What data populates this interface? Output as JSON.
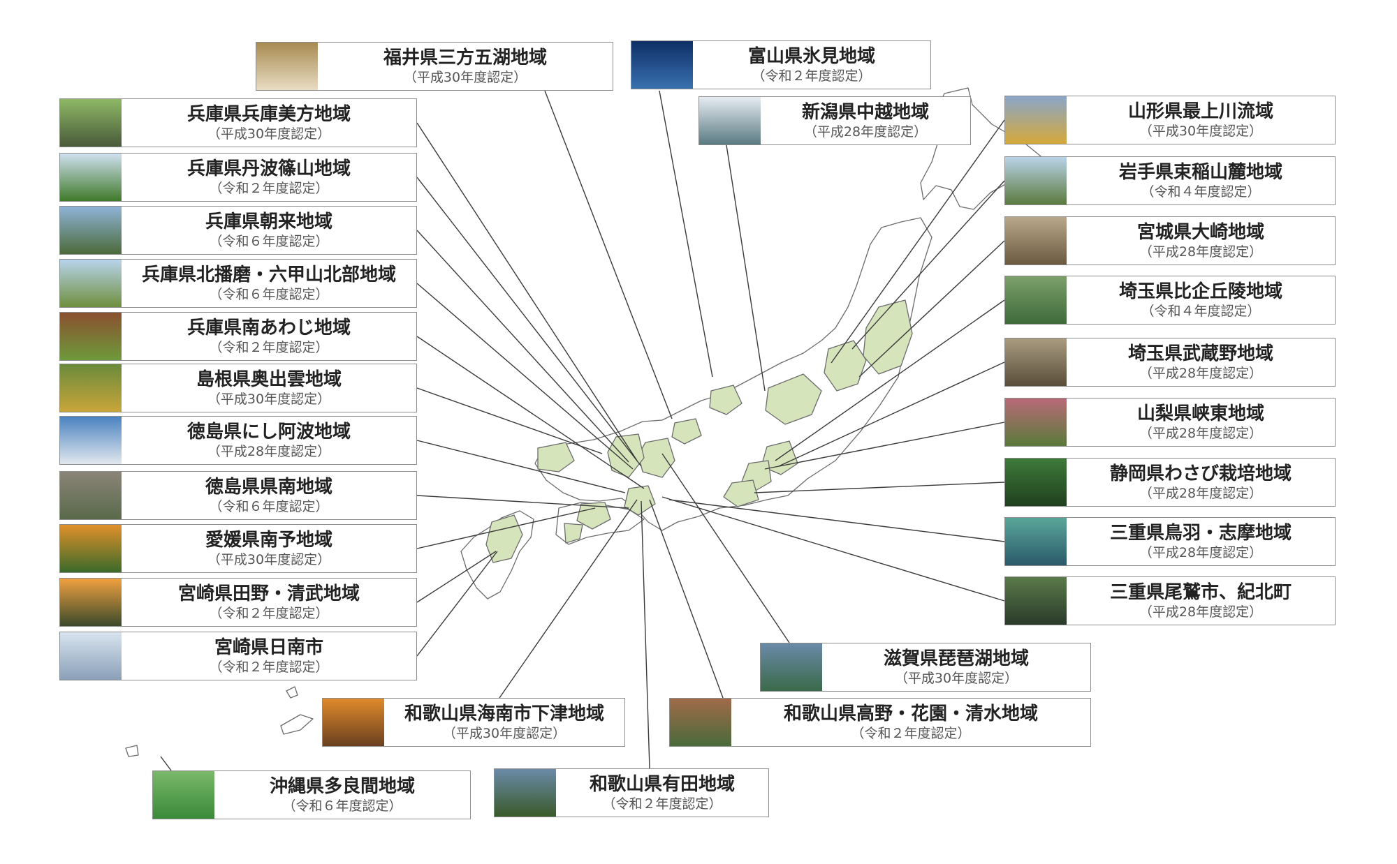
{
  "map": {
    "fill_color": "#d6e4bc",
    "border_color": "#6b6b6b",
    "leader_color": "#3a3a3a"
  },
  "regions": [
    {
      "id": "fukui-mikata",
      "name": "福井県三方五湖地域",
      "cert": "（平成30年度認定）",
      "photo": [
        "#a88b52",
        "#e8dcc2"
      ]
    },
    {
      "id": "toyama-himi",
      "name": "富山県氷見地域",
      "cert": "（令和２年度認定）",
      "photo": [
        "#0d2f66",
        "#3a70b0"
      ]
    },
    {
      "id": "hyogo-mikata",
      "name": "兵庫県兵庫美方地域",
      "cert": "（平成30年度認定）",
      "photo": [
        "#8eb865",
        "#4a5a3a"
      ]
    },
    {
      "id": "niigata-chuetsu",
      "name": "新潟県中越地域",
      "cert": "（平成28年度認定）",
      "photo": [
        "#e6ecf2",
        "#5a7a82"
      ]
    },
    {
      "id": "yamagata-mogami",
      "name": "山形県最上川流域",
      "cert": "（平成30年度認定）",
      "photo": [
        "#8aa6c8",
        "#d5a83a"
      ]
    },
    {
      "id": "hyogo-tamba",
      "name": "兵庫県丹波篠山地域",
      "cert": "（令和２年度認定）",
      "photo": [
        "#cfe0ef",
        "#3f7a2a"
      ]
    },
    {
      "id": "iwate-tabashine",
      "name": "岩手県束稲山麓地域",
      "cert": "（令和４年度認定）",
      "photo": [
        "#b9d3e8",
        "#5b7a3e"
      ]
    },
    {
      "id": "hyogo-asago",
      "name": "兵庫県朝来地域",
      "cert": "（令和６年度認定）",
      "photo": [
        "#8eb3d6",
        "#4c6a3a"
      ]
    },
    {
      "id": "miyagi-osaki",
      "name": "宮城県大崎地域",
      "cert": "（平成28年度認定）",
      "photo": [
        "#b8a78a",
        "#6b5a40"
      ]
    },
    {
      "id": "hyogo-kitaharima",
      "name": "兵庫県北播磨・六甲山北部地域",
      "cert": "（令和６年度認定）",
      "photo": [
        "#b8d4ec",
        "#6f8f3e"
      ]
    },
    {
      "id": "saitama-hiki",
      "name": "埼玉県比企丘陵地域",
      "cert": "（令和４年度認定）",
      "photo": [
        "#7ca06a",
        "#3e6a3a"
      ]
    },
    {
      "id": "hyogo-minamiawaji",
      "name": "兵庫県南あわじ地域",
      "cert": "（令和２年度認定）",
      "photo": [
        "#8a5030",
        "#6e9a3a"
      ]
    },
    {
      "id": "saitama-musashino",
      "name": "埼玉県武蔵野地域",
      "cert": "（平成28年度認定）",
      "photo": [
        "#a89b80",
        "#5a4e3a"
      ]
    },
    {
      "id": "shimane-okuizumo",
      "name": "島根県奥出雲地域",
      "cert": "（平成30年度認定）",
      "photo": [
        "#6a8a3a",
        "#c9a53a"
      ]
    },
    {
      "id": "yamanashi-kyoto",
      "name": "山梨県峡東地域",
      "cert": "（平成28年度認定）",
      "photo": [
        "#b86a78",
        "#5a7a3a"
      ]
    },
    {
      "id": "tokushima-nishiawa",
      "name": "徳島県にし阿波地域",
      "cert": "（平成28年度認定）",
      "photo": [
        "#4a82c0",
        "#e2e8ee"
      ]
    },
    {
      "id": "shizuoka-wasabi",
      "name": "静岡県わさび栽培地域",
      "cert": "（平成28年度認定）",
      "photo": [
        "#3e7a3a",
        "#20401e"
      ]
    },
    {
      "id": "tokushima-kennan",
      "name": "徳島県県南地域",
      "cert": "（令和６年度認定）",
      "photo": [
        "#8a8478",
        "#5a6a4a"
      ]
    },
    {
      "id": "mie-toba",
      "name": "三重県鳥羽・志摩地域",
      "cert": "（平成28年度認定）",
      "photo": [
        "#5aa69a",
        "#2a5a6a"
      ]
    },
    {
      "id": "ehime-nanyo",
      "name": "愛媛県南予地域",
      "cert": "（平成30年度認定）",
      "photo": [
        "#e0902a",
        "#3a6a2a"
      ]
    },
    {
      "id": "mie-owase",
      "name": "三重県尾鷲市、紀北町",
      "cert": "（平成28年度認定）",
      "photo": [
        "#5a7a4a",
        "#2a3a2a"
      ]
    },
    {
      "id": "miyazaki-tano",
      "name": "宮崎県田野・清武地域",
      "cert": "（令和２年度認定）",
      "photo": [
        "#f0a040",
        "#3a4a2a"
      ]
    },
    {
      "id": "miyazaki-nichinan",
      "name": "宮崎県日南市",
      "cert": "（令和２年度認定）",
      "photo": [
        "#d8e4ef",
        "#8aa0b8"
      ]
    },
    {
      "id": "shiga-biwako",
      "name": "滋賀県琵琶湖地域",
      "cert": "（平成30年度認定）",
      "photo": [
        "#6a8aa8",
        "#3a6a4a"
      ]
    },
    {
      "id": "wakayama-shimotsu",
      "name": "和歌山県海南市下津地域",
      "cert": "（平成30年度認定）",
      "photo": [
        "#e08a2a",
        "#6a4020"
      ]
    },
    {
      "id": "wakayama-koya",
      "name": "和歌山県高野・花園・清水地域",
      "cert": "（令和２年度認定）",
      "photo": [
        "#a06a4a",
        "#4a6a3a"
      ]
    },
    {
      "id": "okinawa-tarama",
      "name": "沖縄県多良間地域",
      "cert": "（令和６年度認定）",
      "photo": [
        "#7ab86a",
        "#3a8a3a"
      ]
    },
    {
      "id": "wakayama-arida",
      "name": "和歌山県有田地域",
      "cert": "（令和２年度認定）",
      "photo": [
        "#6a8aa8",
        "#3a5a2a"
      ]
    }
  ]
}
